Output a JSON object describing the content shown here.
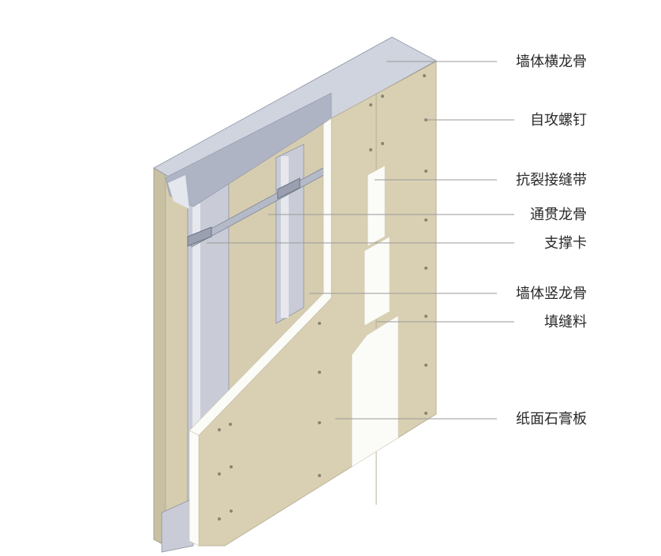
{
  "title": "轻钢龙骨石膏板隔墙构造",
  "labels": {
    "top_track": "墙体横龙骨",
    "screw": "自攻螺钉",
    "joint_tape": "抗裂接缝带",
    "through_channel": "通贯龙骨",
    "brace_clip": "支撑卡",
    "stud": "墙体竖龙骨",
    "filler": "填缝料",
    "gypsum_board": "纸面石膏板"
  },
  "colors": {
    "board": "#d9d0b3",
    "board_edge": "#c8c0a2",
    "metal": "#c9ccd6",
    "metal_dark": "#9aa0b0",
    "white": "#fbfbf8",
    "leader": "#9a9a9a"
  }
}
